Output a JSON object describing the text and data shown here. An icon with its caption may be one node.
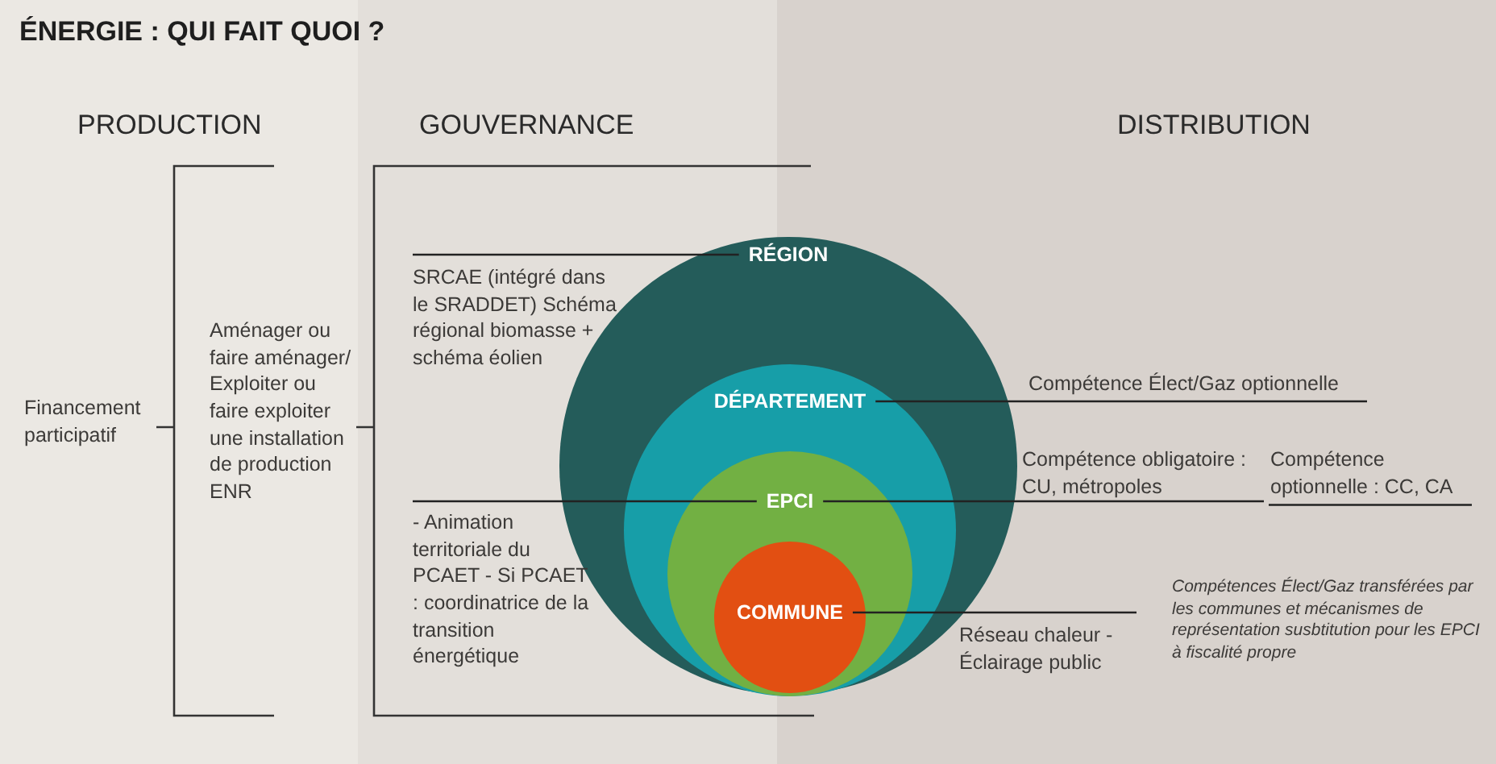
{
  "diagram": {
    "title": "ÉNERGIE : QUI FAIT QUOI ?",
    "nodes": [
      {
        "text": [
          "Financement participatif"
        ]
      },
      {
        "text": [
          "Aménager ou faire aménager/ Exploiter ou faire exploiter une installation de production ENR"
        ]
      },
      {
        "text": [
          "SRCAE (intégré dans le SRADDET) Schéma régional biomasse + schéma éolien"
        ]
      },
      {
        "text": [
          "- Animation territoriale du PCAET - Si PCAET : coordinatrice de la transition énergétique"
        ]
      },
      {
        "text": [
          "RÉGION"
        ]
      },
      {
        "text": [
          "DÉPARTEMENT"
        ],
        "in": 4
      },
      {
        "text": [
          "EPCI"
        ],
        "in": 5
      },
      {
        "text": [
          "COMMUNE"
        ],
        "in": 6
      },
      {
        "text": [
          "Compétence Élect/Gaz optionnelle"
        ]
      },
      {
        "text": [
          "Compétence obligatoire : CU, métropoles"
        ]
      },
      {
        "text": [
          "Compétence optionnelle : CC, CA"
        ]
      },
      {
        "text": [
          "Réseau chaleur - Éclairage public"
        ]
      },
      {
        "text": [
          "Compétences Élect/Gaz transférées par les communes et mécanismes de représentation susbtitution pour les EPCI à fiscalité propre"
        ]
      }
    ],
    "edges": [
      {
        "from": 4,
        "to": 2,
        "arrow": "none"
      },
      {
        "from": 5,
        "to": 8,
        "arrow": "none"
      },
      {
        "from": 6,
        "to": 9,
        "arrow": "none"
      },
      {
        "from": 9,
        "to": 10,
        "arrow": "none"
      },
      {
        "from": 6,
        "to": 3,
        "arrow": "none"
      },
      {
        "from": 7,
        "to": 11,
        "arrow": "none"
      }
    ],
    "labels": [
      "PRODUCTION",
      "GOUVERNANCE",
      "DISTRIBUTION"
    ]
  }
}
